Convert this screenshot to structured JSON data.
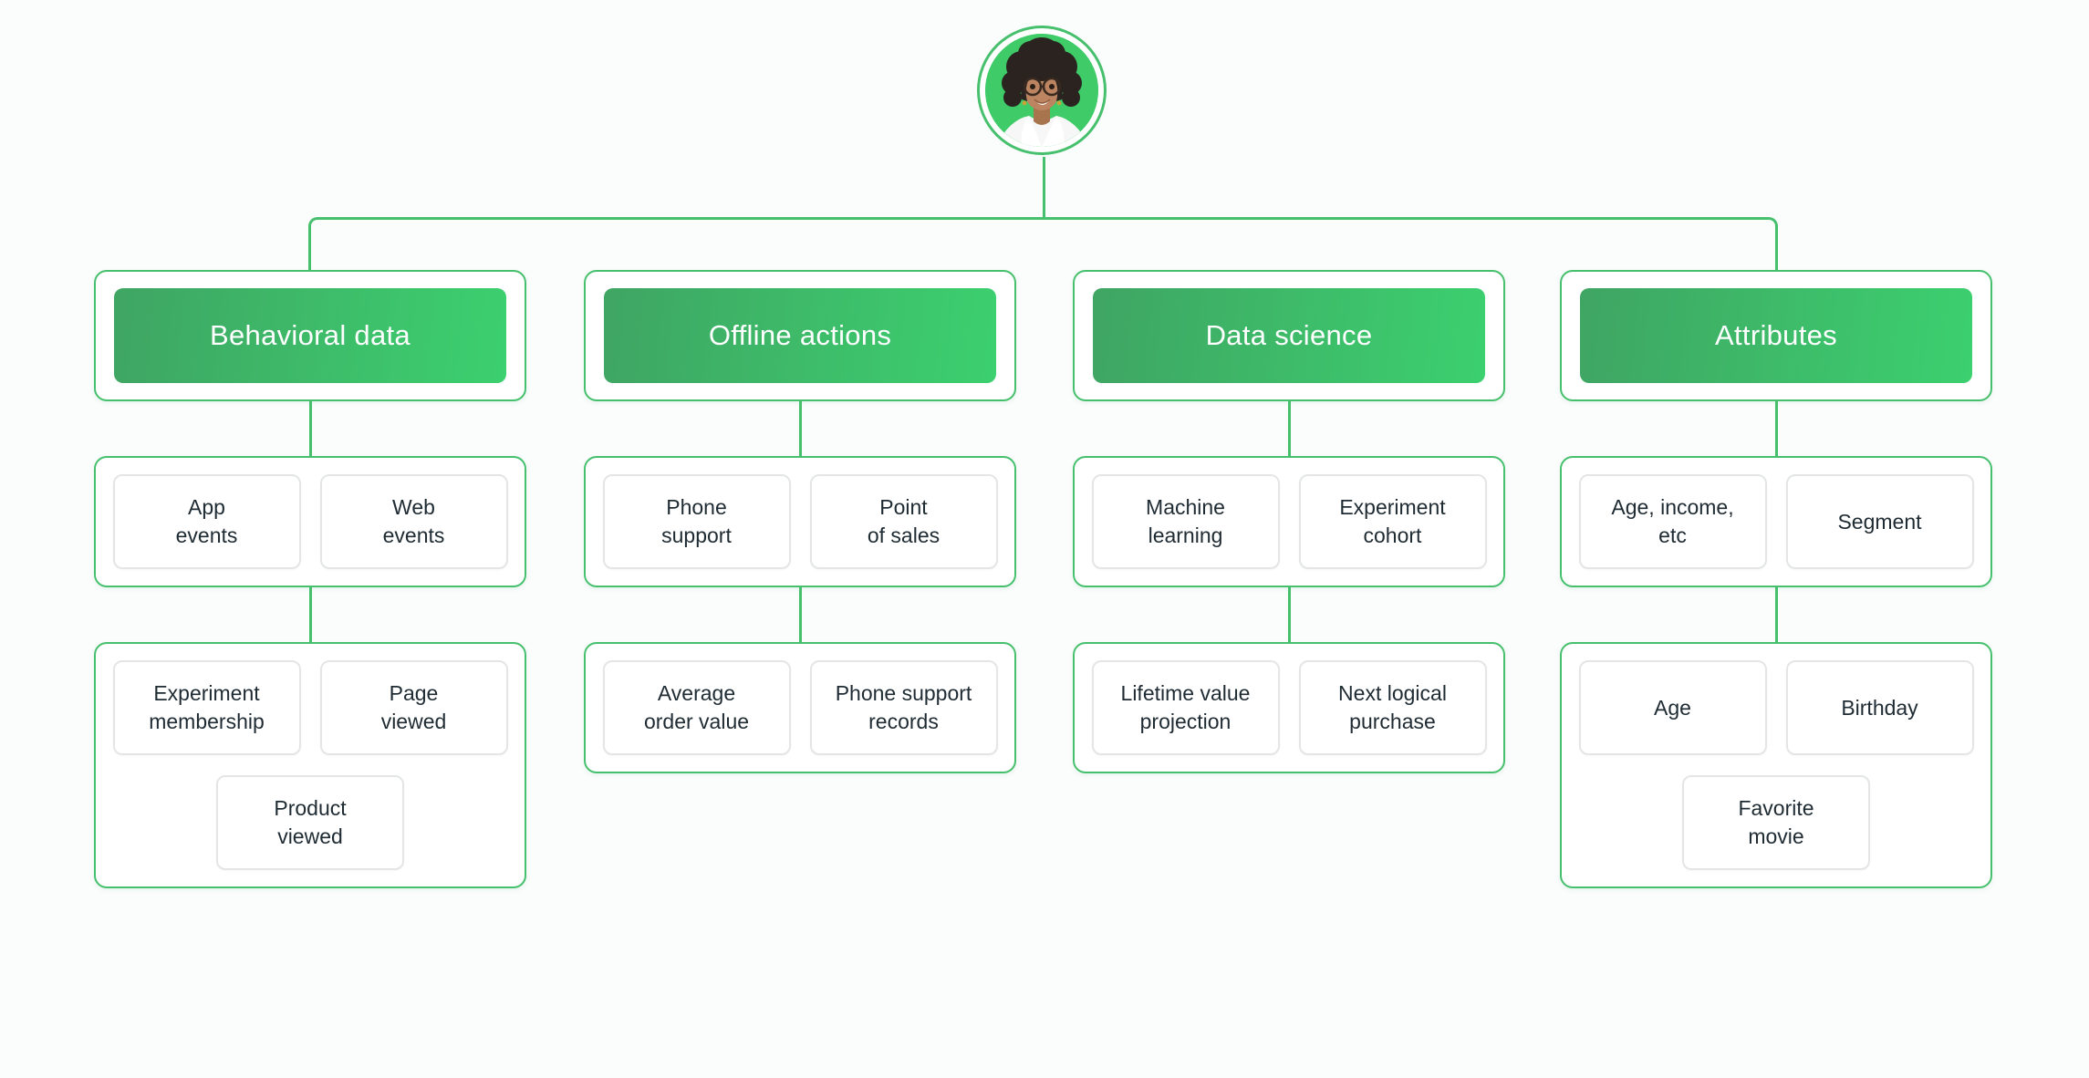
{
  "theme": {
    "background": "#fbfcfc",
    "accent_green": "#46c06d",
    "header_gradient_start": "#3fa563",
    "header_gradient_end": "#3cd06f",
    "header_text": "#ffffff",
    "cell_text": "#1f2b33",
    "cell_border": "#e4e6e6",
    "box_fill": "#ffffff",
    "avatar_bg": "#3ecb68"
  },
  "columns": [
    {
      "title": "Behavioral data",
      "groups": [
        {
          "items": [
            "App\nevents",
            "Web\nevents"
          ]
        },
        {
          "items": [
            "Experiment\nmembership",
            "Page\nviewed",
            "Product\nviewed"
          ]
        }
      ]
    },
    {
      "title": "Offline actions",
      "groups": [
        {
          "items": [
            "Phone\nsupport",
            "Point\nof sales"
          ]
        },
        {
          "items": [
            "Average\norder value",
            "Phone support\nrecords"
          ]
        }
      ]
    },
    {
      "title": "Data science",
      "groups": [
        {
          "items": [
            "Machine\nlearning",
            "Experiment\ncohort"
          ]
        },
        {
          "items": [
            "Lifetime value\nprojection",
            "Next logical\npurchase"
          ]
        }
      ]
    },
    {
      "title": "Attributes",
      "groups": [
        {
          "items": [
            "Age, income,\netc",
            "Segment"
          ]
        },
        {
          "items": [
            "Age",
            "Birthday",
            "Favorite\nmovie"
          ]
        }
      ]
    }
  ]
}
